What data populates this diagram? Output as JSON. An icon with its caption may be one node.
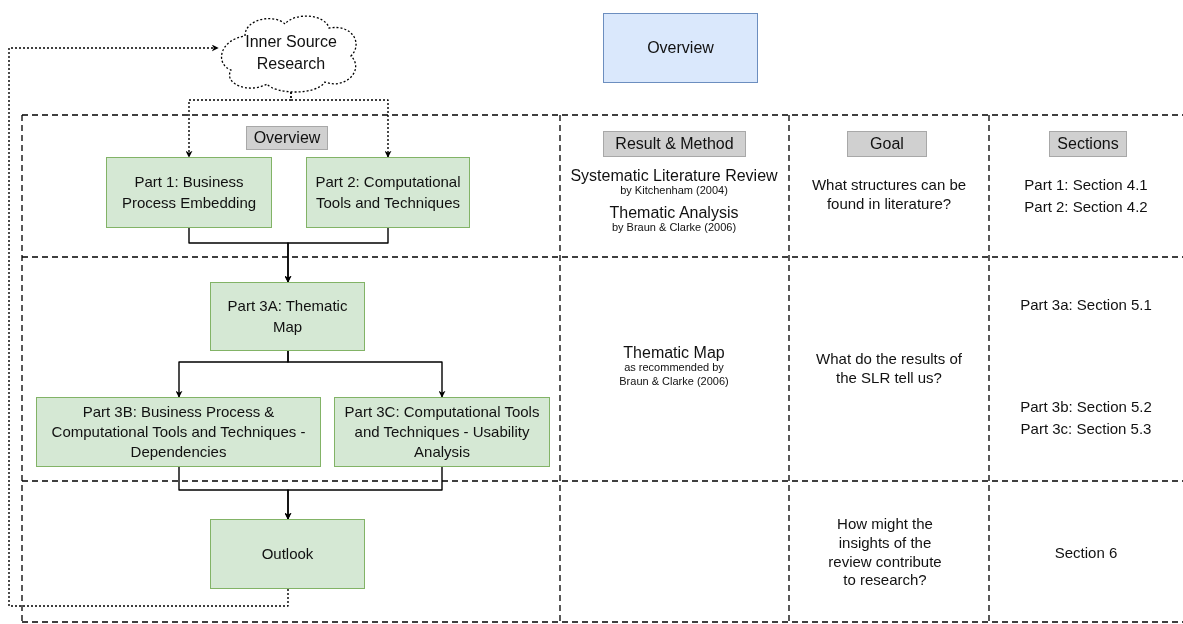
{
  "diagram": {
    "nodes": [
      {
        "text": [
          "Inner Source Research"
        ]
      },
      {
        "text": [
          "Overview"
        ]
      },
      {
        "text": [
          "Overview"
        ]
      },
      {
        "text": [
          "Result & Method"
        ]
      },
      {
        "text": [
          "Goal"
        ]
      },
      {
        "text": [
          "Sections"
        ]
      },
      {
        "text": [
          "Part 1: Business Process Embedding"
        ]
      },
      {
        "text": [
          "Part 2: Computational Tools and Techniques"
        ]
      },
      {
        "text": [
          "Part 3A: Thematic Map"
        ]
      },
      {
        "text": [
          "Part 3B: Business Process & Computational Tools and Techniques - Dependencies"
        ]
      },
      {
        "text": [
          "Part 3C: Computational Tools and Techniques - Usability Analysis"
        ]
      },
      {
        "text": [
          "Outlook"
        ]
      }
    ],
    "edges": [
      {
        "from": 0,
        "to": 6,
        "arrow": "to",
        "style": "dashed"
      },
      {
        "from": 0,
        "to": 7,
        "arrow": "to",
        "style": "dashed"
      },
      {
        "from": 6,
        "to": 8,
        "arrow": "to"
      },
      {
        "from": 7,
        "to": 8,
        "arrow": "to"
      },
      {
        "from": 8,
        "to": 9,
        "arrow": "to"
      },
      {
        "from": 8,
        "to": 10,
        "arrow": "to"
      },
      {
        "from": 9,
        "to": 11,
        "arrow": "to"
      },
      {
        "from": 10,
        "to": 11,
        "arrow": "to"
      },
      {
        "from": 11,
        "to": 0,
        "arrow": "to",
        "style": "dashed"
      }
    ],
    "labels": [
      "Systematic Literature Review",
      "by Kitchenham (2004)",
      "Thematic Analysis",
      "by Braun & Clarke (2006)",
      "What structures can be found in literature?",
      "Part 1: Section 4.1",
      "Part 2: Section 4.2",
      "Part 3a: Section 5.1",
      "Thematic Map",
      "as recommended by Braun & Clarke (2006)",
      "What do the results of the SLR tell us?",
      "Part 3b: Section 5.2",
      "Part 3c: Section 5.3",
      "How might the insights of the review contribute to research?",
      "Section 6"
    ]
  }
}
